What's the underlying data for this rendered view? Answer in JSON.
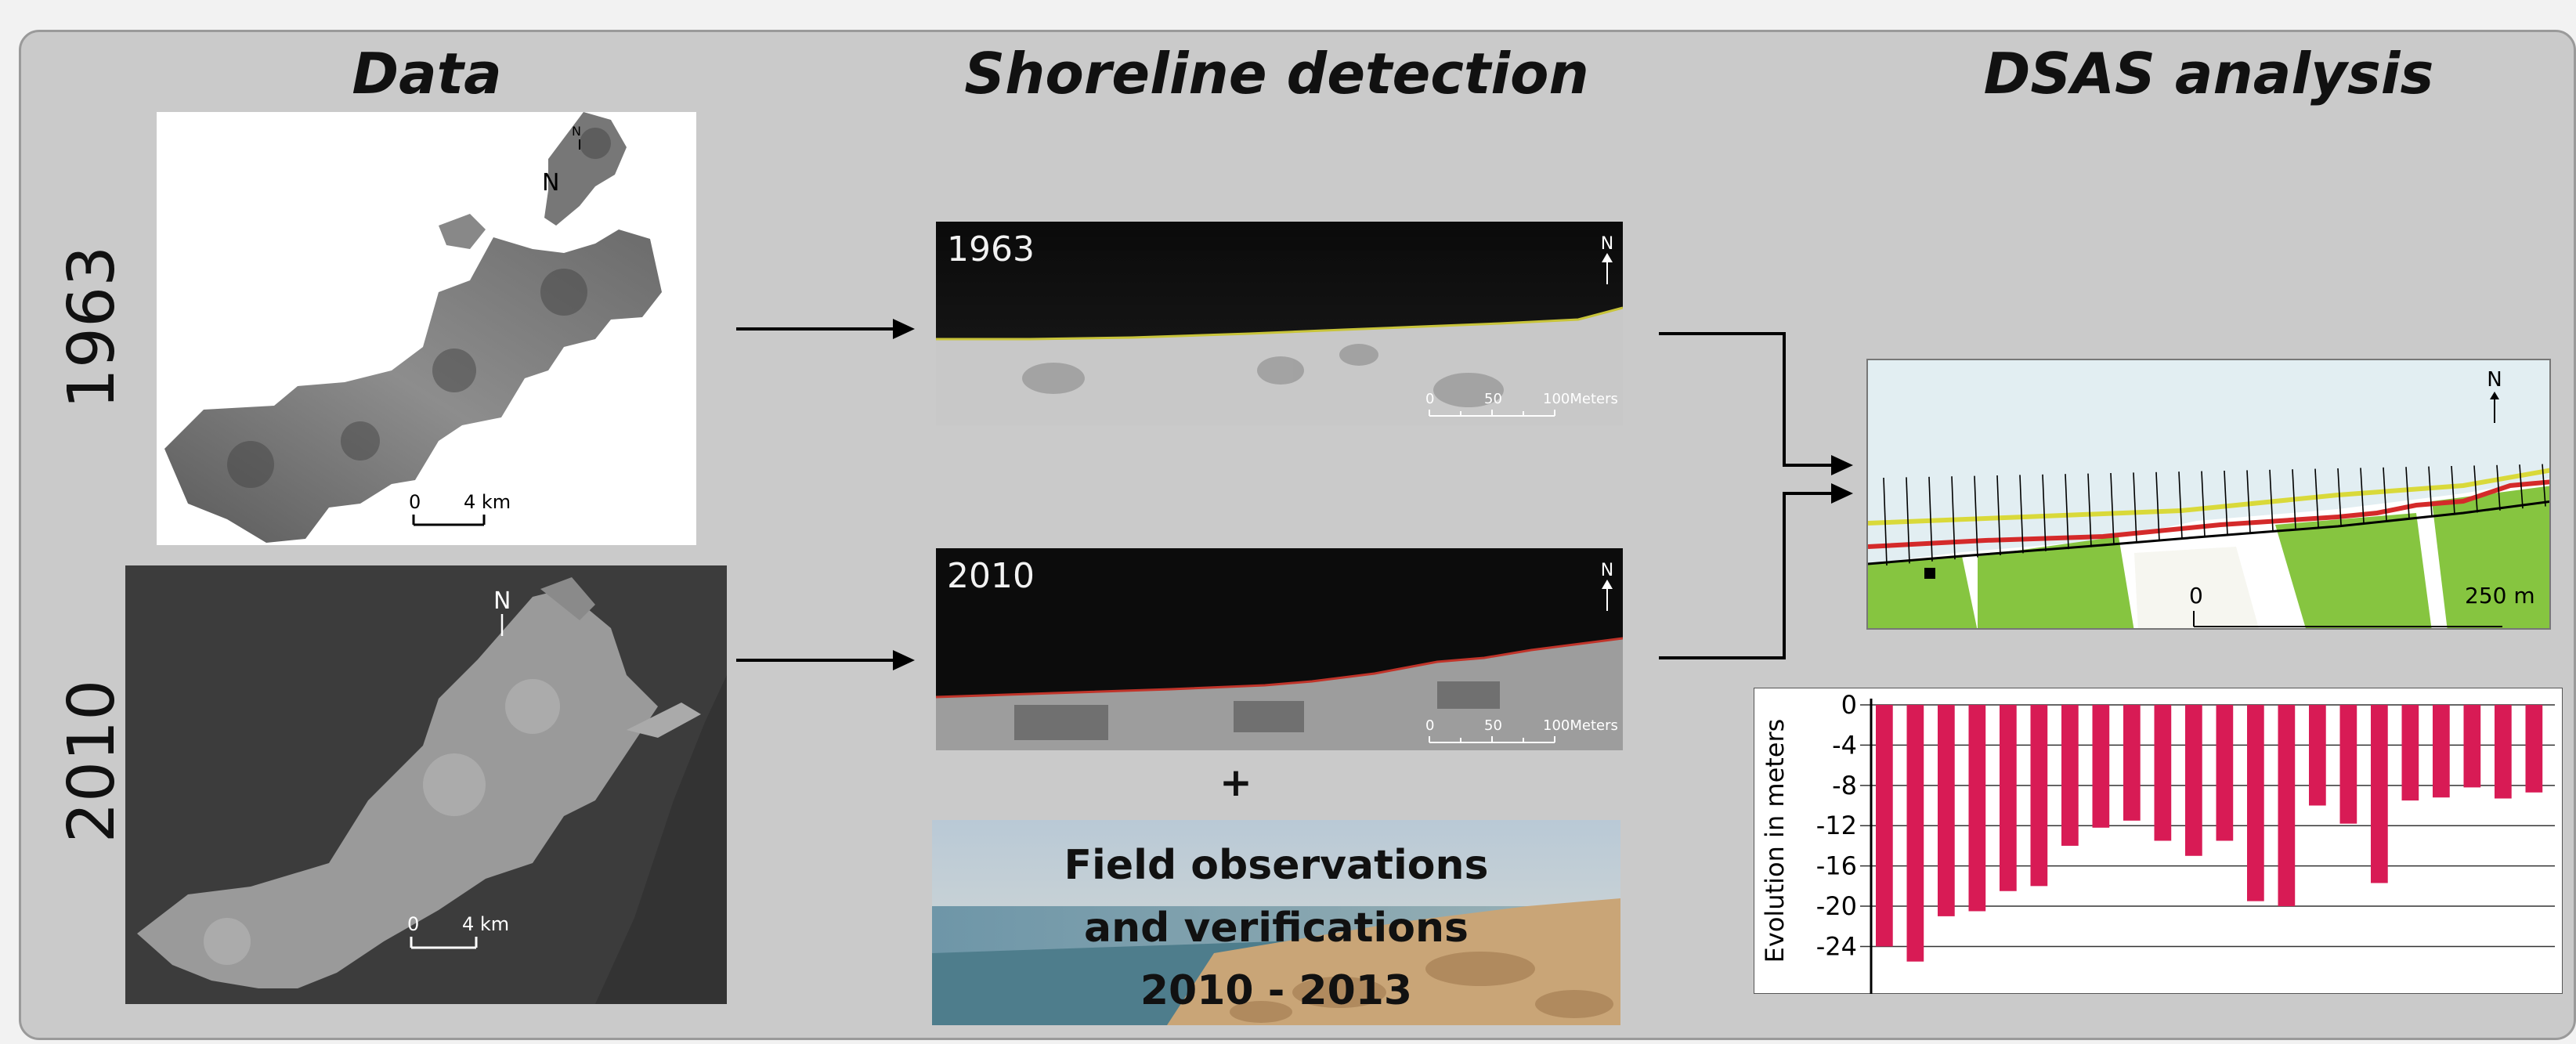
{
  "columns": {
    "data": "Data",
    "shoreline": "Shoreline detection",
    "dsas": "DSAS analysis"
  },
  "years": {
    "top": "1963",
    "bottom": "2010"
  },
  "data_maps": {
    "map1963": {
      "north": "N",
      "scale": "4 km",
      "scale_zero": "0"
    },
    "map2010": {
      "north": "N",
      "scale": "4 km",
      "scale_zero": "0"
    }
  },
  "shoreline_photos": {
    "photo1963": {
      "year": "1963",
      "north": "N",
      "scale_labels": [
        "0",
        "50",
        "100Meters"
      ],
      "line_color": "#c8c43a"
    },
    "photo2010": {
      "year": "2010",
      "north": "N",
      "scale_labels": [
        "0",
        "50",
        "100Meters"
      ],
      "line_color": "#c0342a"
    }
  },
  "plus": "+",
  "field": {
    "line1": "Field observations",
    "line2": "and verifications",
    "line3": "2010 - 2013"
  },
  "dsas_map": {
    "north": "N",
    "scale_zero": "0",
    "scale_end": "250 m",
    "colors": {
      "water": "#e2eef2",
      "land": "#86c540",
      "line1963": "#d9d93a",
      "line2010": "#d42a2a"
    }
  },
  "chart_data": {
    "type": "bar",
    "ylabel": "Evolution in meters",
    "yticks": [
      "0",
      "-4",
      "-8",
      "-12",
      "-16",
      "-20",
      "-24"
    ],
    "ylim": [
      -27,
      0
    ],
    "grid": true,
    "color": "#d81b55",
    "values": [
      -24,
      -25.5,
      -21,
      -20.5,
      -18.5,
      -18,
      -14,
      -12.2,
      -11.5,
      -13.5,
      -15,
      -13.5,
      -19.5,
      -20,
      -10,
      -11.8,
      -17.7,
      -9.5,
      -9.2,
      -8.2,
      -9.3,
      -8.7
    ]
  }
}
